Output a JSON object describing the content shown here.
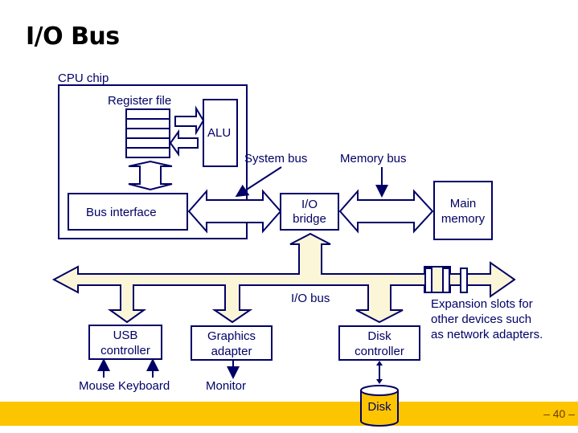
{
  "slide": {
    "title": "I/O Bus",
    "page_number": "– 40 –"
  },
  "diagram": {
    "cpu_chip_label": "CPU chip",
    "register_file_label": "Register file",
    "alu_label": "ALU",
    "system_bus_label": "System bus",
    "memory_bus_label": "Memory bus",
    "bus_interface_label": "Bus interface",
    "io_bridge_label": [
      "I/O",
      "bridge"
    ],
    "main_memory_label": [
      "Main",
      "memory"
    ],
    "io_bus_label": "I/O bus",
    "usb_controller_label": [
      "USB",
      "controller"
    ],
    "graphics_adapter_label": [
      "Graphics",
      "adapter"
    ],
    "disk_controller_label": [
      "Disk",
      "controller"
    ],
    "mouse_label": "Mouse",
    "keyboard_label": "Keyboard",
    "monitor_label": "Monitor",
    "disk_label": "Disk",
    "expansion_note": [
      "Expansion slots for",
      "other devices such",
      "as network adapters."
    ]
  },
  "colors": {
    "line": "#000066",
    "bus_fill": "#fbf6d8",
    "footer": "#fdc500"
  }
}
